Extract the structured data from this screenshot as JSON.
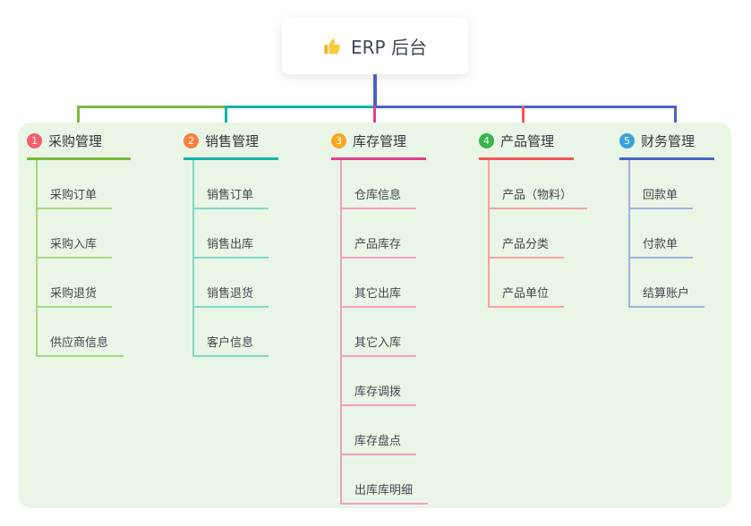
{
  "title": {
    "text": "ERP 后台",
    "icon": "thumbs-up-icon"
  },
  "panel_background": "#e9f6e5",
  "connector_color": "#4a5ac8",
  "branches": [
    {
      "number": "1",
      "label": "采购管理",
      "colors": {
        "main": "#7cb93e",
        "light": "#a9d585",
        "badge": "#f25e6e"
      },
      "children": [
        "采购订单",
        "采购入库",
        "采购退货",
        "供应商信息"
      ]
    },
    {
      "number": "2",
      "label": "销售管理",
      "colors": {
        "main": "#12b5a8",
        "light": "#82d6cd",
        "badge": "#f4813f"
      },
      "children": [
        "销售订单",
        "销售出库",
        "销售退货",
        "客户信息"
      ]
    },
    {
      "number": "3",
      "label": "库存管理",
      "colors": {
        "main": "#e53d8f",
        "light": "#f29ec6",
        "badge": "#f7a823"
      },
      "children": [
        "仓库信息",
        "产品库存",
        "其它出库",
        "其它入库",
        "库存调拨",
        "库存盘点",
        "出库库明细"
      ]
    },
    {
      "number": "4",
      "label": "产品管理",
      "colors": {
        "main": "#f55459",
        "light": "#f7a2a5",
        "badge": "#39b54a"
      },
      "children": [
        "产品（物料）",
        "产品分类",
        "产品单位"
      ]
    },
    {
      "number": "5",
      "label": "财务管理",
      "colors": {
        "main": "#4a63c8",
        "light": "#9fb0e2",
        "badge": "#38a3dd"
      },
      "children": [
        "回款单",
        "付款单",
        "结算账户"
      ]
    }
  ]
}
